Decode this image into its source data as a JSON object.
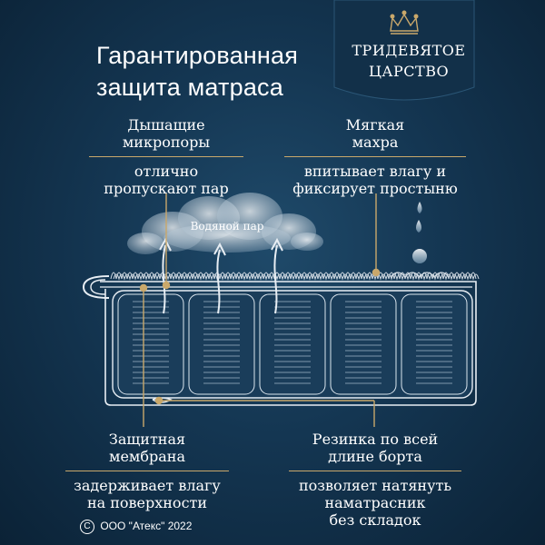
{
  "title": {
    "line1": "Гарантированная",
    "line2": "защита матраса"
  },
  "brand": {
    "line1": "ТРИДЕВЯТОЕ",
    "line2": "ЦАРСТВО"
  },
  "labels": {
    "micropores": {
      "head": [
        "Дышащие",
        "микропоры"
      ],
      "body": [
        "отлично",
        "пропускают пар"
      ]
    },
    "terry": {
      "head": [
        "Мягкая",
        "махра"
      ],
      "body": [
        "впитывает влагу и",
        "фиксирует простыню"
      ]
    },
    "membrane": {
      "head": [
        "Защитная",
        "мембрана"
      ],
      "body": [
        "задерживает влагу",
        "на поверхности"
      ]
    },
    "elastic": {
      "head": [
        "Резинка по всей",
        "длине борта"
      ],
      "body": [
        "позволяет натянуть",
        "наматрасник",
        "без складок"
      ]
    }
  },
  "cloud": {
    "text": "Водяной пар"
  },
  "copyright": {
    "text": "ООО \"Атекс\" 2022"
  },
  "colors": {
    "background": "#143652",
    "accent": "#c9a86b",
    "line": "#e8eef4"
  }
}
